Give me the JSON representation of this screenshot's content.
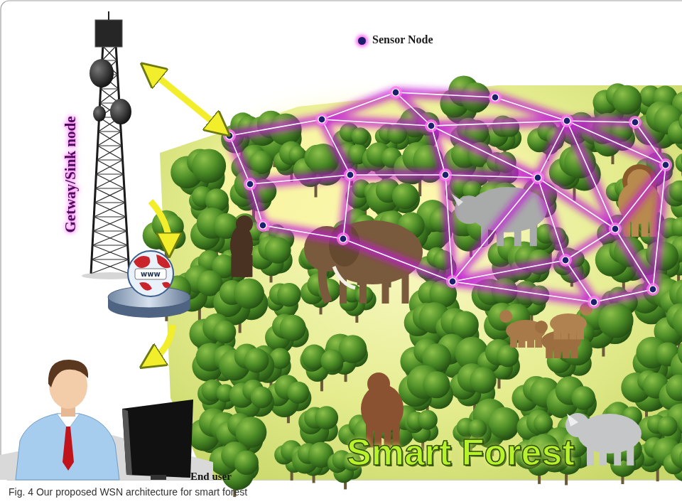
{
  "diagram": {
    "caption": "Fig. 4 Our proposed WSN architecture for smart forest",
    "labels": [
      "Getway/Sink node",
      "www",
      "End user",
      "Smart Forest"
    ],
    "legend": [
      {
        "text": "Sensor Node",
        "color": "#1c1f6b"
      }
    ]
  }
}
